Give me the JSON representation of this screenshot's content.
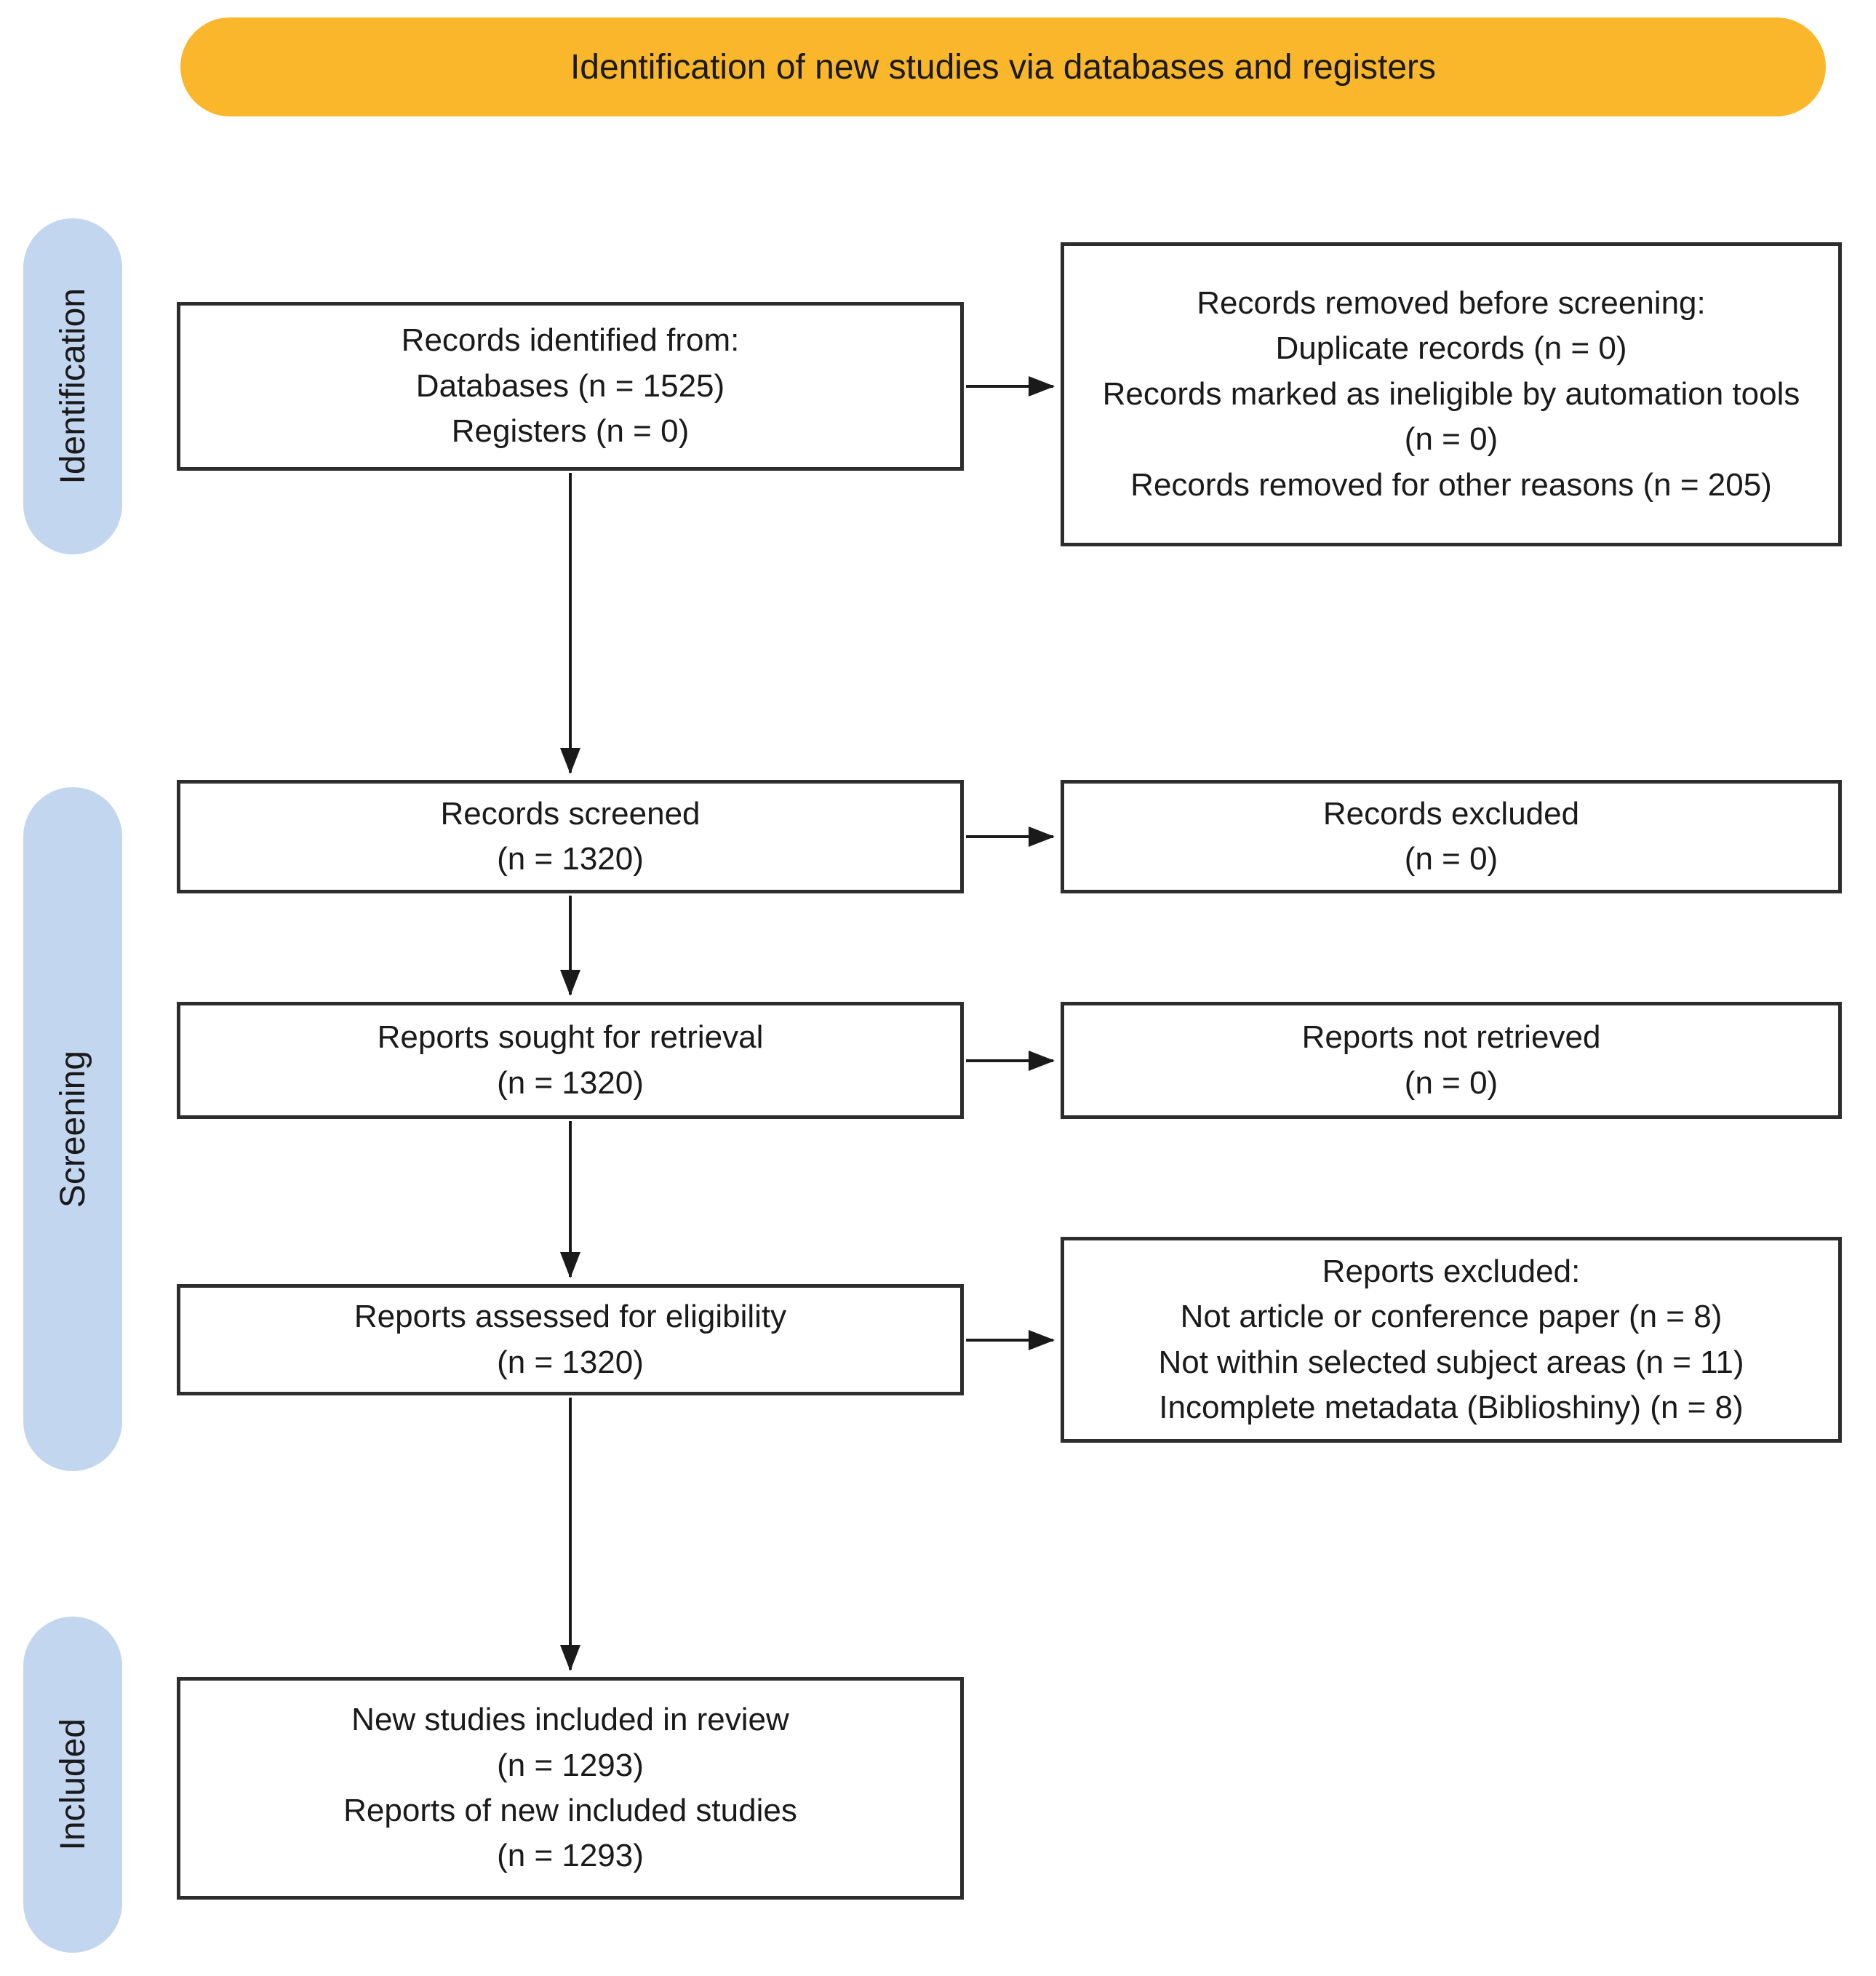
{
  "banner": {
    "title": "Identification of new studies via databases and registers"
  },
  "stages": [
    {
      "id": "identification",
      "label": "Identification"
    },
    {
      "id": "screening",
      "label": "Screening"
    },
    {
      "id": "included",
      "label": "Included"
    }
  ],
  "boxes": {
    "records_identified": {
      "lines": [
        "Records identified from:",
        "Databases (n = 1525)",
        "Registers (n = 0)"
      ]
    },
    "records_removed": {
      "lines": [
        "Records removed before screening:",
        "Duplicate records (n = 0)",
        "Records marked as ineligible by automation tools (n = 0)",
        "Records removed for other reasons (n = 205)"
      ]
    },
    "records_screened": {
      "lines": [
        "Records screened",
        "(n = 1320)"
      ]
    },
    "records_excluded": {
      "lines": [
        "Records excluded",
        "(n = 0)"
      ]
    },
    "reports_sought": {
      "lines": [
        "Reports sought for retrieval",
        "(n = 1320)"
      ]
    },
    "reports_not_retrieved": {
      "lines": [
        "Reports not retrieved",
        "(n = 0)"
      ]
    },
    "reports_assessed": {
      "lines": [
        "Reports assessed for eligibility",
        "(n = 1320)"
      ]
    },
    "reports_excluded": {
      "lines": [
        "Reports excluded:",
        "Not article or conference paper (n = 8)",
        "Not within selected subject areas (n = 11)",
        "Incomplete metadata (Biblioshiny) (n = 8)"
      ]
    },
    "new_studies_included": {
      "lines": [
        "New studies included in review",
        "(n = 1293)",
        "Reports of new included studies",
        "(n = 1293)"
      ]
    }
  },
  "colors": {
    "banner": "#fbb72c",
    "stage": "#c3d6f0",
    "border": "#2d2d2d",
    "line": "#1a1a1a"
  }
}
